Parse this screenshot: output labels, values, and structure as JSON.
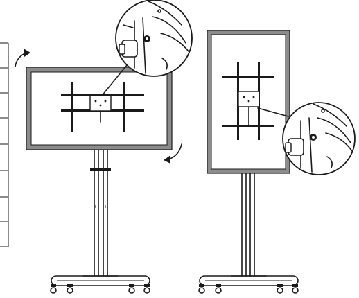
{
  "figures": [
    {
      "id": "landscape-stand",
      "orientation": "landscape"
    },
    {
      "id": "portrait-stand",
      "orientation": "portrait"
    }
  ],
  "rotation_arrows": [
    "clockwise-top",
    "clockwise-bottom"
  ],
  "colors": {
    "line": "#1a1a1a",
    "screen_frame": "#8c8c8c",
    "screen_face": "#ffffff",
    "background": "#ffffff"
  }
}
